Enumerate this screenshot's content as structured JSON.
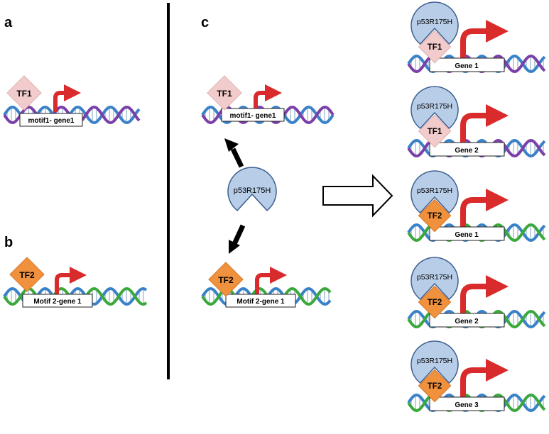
{
  "panel_labels": {
    "a": "a",
    "b": "b",
    "c": "c"
  },
  "colors": {
    "purple_strand": "#7b3fa8",
    "blue_strand": "#3a82c8",
    "green_strand": "#3aa83a",
    "tf1_fill": "#f2cccc",
    "tf2_fill": "#f0913d",
    "p53_fill": "#b8cde8",
    "p53_stroke": "#3d5f8f",
    "arrow_red": "#d92b2b"
  },
  "panel_a": {
    "tf": "TF1",
    "gene_box": "motif1- gene1"
  },
  "panel_b": {
    "tf": "TF2",
    "gene_box": "Motif 2-gene 1"
  },
  "panel_c": {
    "top": {
      "tf": "TF1",
      "gene_box": "motif1- gene1"
    },
    "center": {
      "protein": "p53R175H"
    },
    "bottom": {
      "tf": "TF2",
      "gene_box": "Motif 2-gene 1"
    },
    "results": [
      {
        "protein": "p53R175H",
        "tf": "TF1",
        "gene": "Gene 1"
      },
      {
        "protein": "p53R175H",
        "tf": "TF1",
        "gene": "Gene 2"
      },
      {
        "protein": "p53R175H",
        "tf": "TF2",
        "gene": "Gene 1"
      },
      {
        "protein": "p53R175H",
        "tf": "TF2",
        "gene": "Gene 2"
      },
      {
        "protein": "p53R175H",
        "tf": "TF2",
        "gene": "Gene 3"
      }
    ]
  }
}
